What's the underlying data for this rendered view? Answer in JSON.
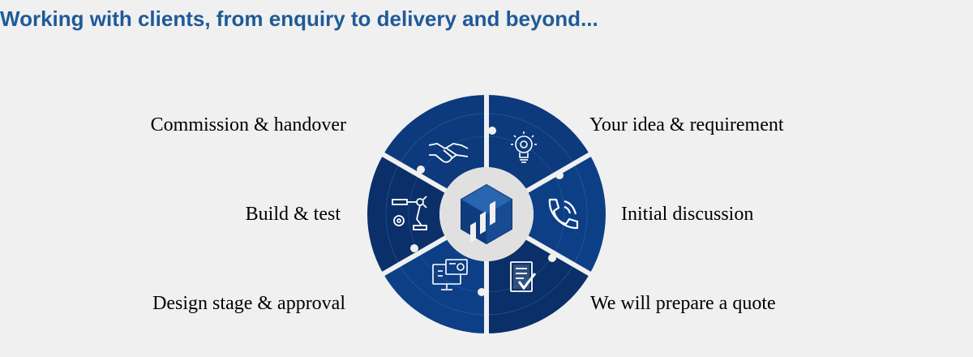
{
  "header": {
    "title": "Working with clients, from enquiry to delivery and beyond..."
  },
  "steps": [
    {
      "label": "Your idea & requirement",
      "icon": "lightbulb-icon"
    },
    {
      "label": "Initial discussion",
      "icon": "phone-icon"
    },
    {
      "label": "We will prepare a quote",
      "icon": "quote-document-icon"
    },
    {
      "label": "Design stage & approval",
      "icon": "design-monitor-icon"
    },
    {
      "label": "Build & test",
      "icon": "robot-arm-icon"
    },
    {
      "label": "Commission & handover",
      "icon": "handshake-icon"
    }
  ],
  "colors": {
    "title": "#1f5a99",
    "segment_dark": "#0b2d63",
    "segment_mid": "#0d3f86",
    "segment_light": "#0f4f9e",
    "center": "#dcdcdc",
    "background": "#f0f0f0"
  },
  "center_icon": "logo-cube-icon"
}
